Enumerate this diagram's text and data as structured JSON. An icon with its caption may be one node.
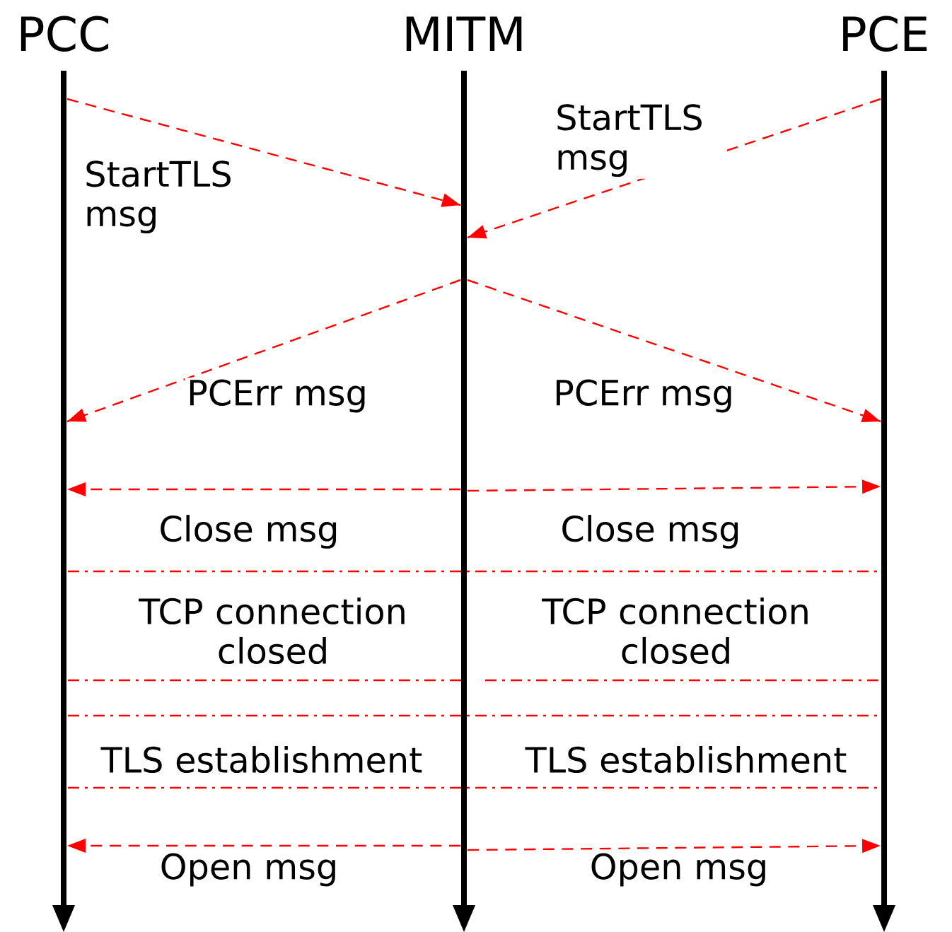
{
  "diagram": {
    "nodes": [
      {
        "text": [
          "PCC"
        ]
      },
      {
        "text": [
          "MITM"
        ]
      },
      {
        "text": [
          "PCE"
        ]
      }
    ],
    "edges": [
      {
        "from": 0,
        "to": 1,
        "arrow": "to",
        "label": "StartTLS msg",
        "style": "dashed"
      },
      {
        "from": 2,
        "to": 1,
        "arrow": "to",
        "label": "StartTLS msg",
        "style": "dashed"
      },
      {
        "from": 1,
        "to": 0,
        "arrow": "to",
        "label": "PCErr msg",
        "style": "dashed"
      },
      {
        "from": 1,
        "to": 2,
        "arrow": "to",
        "label": "PCErr msg",
        "style": "dashed"
      },
      {
        "from": 1,
        "to": 0,
        "arrow": "to",
        "label": "Close msg",
        "style": "dashed"
      },
      {
        "from": 1,
        "to": 2,
        "arrow": "to",
        "label": "Close msg",
        "style": "dashed"
      },
      {
        "from": 1,
        "to": 0,
        "arrow": "to",
        "label": "Open msg",
        "style": "dashed"
      },
      {
        "from": 1,
        "to": 2,
        "arrow": "to",
        "label": "Open msg",
        "style": "dashed"
      }
    ],
    "labels": [
      "TCP connection closed",
      "TCP connection closed",
      "TLS establishment",
      "TLS establishment"
    ]
  }
}
